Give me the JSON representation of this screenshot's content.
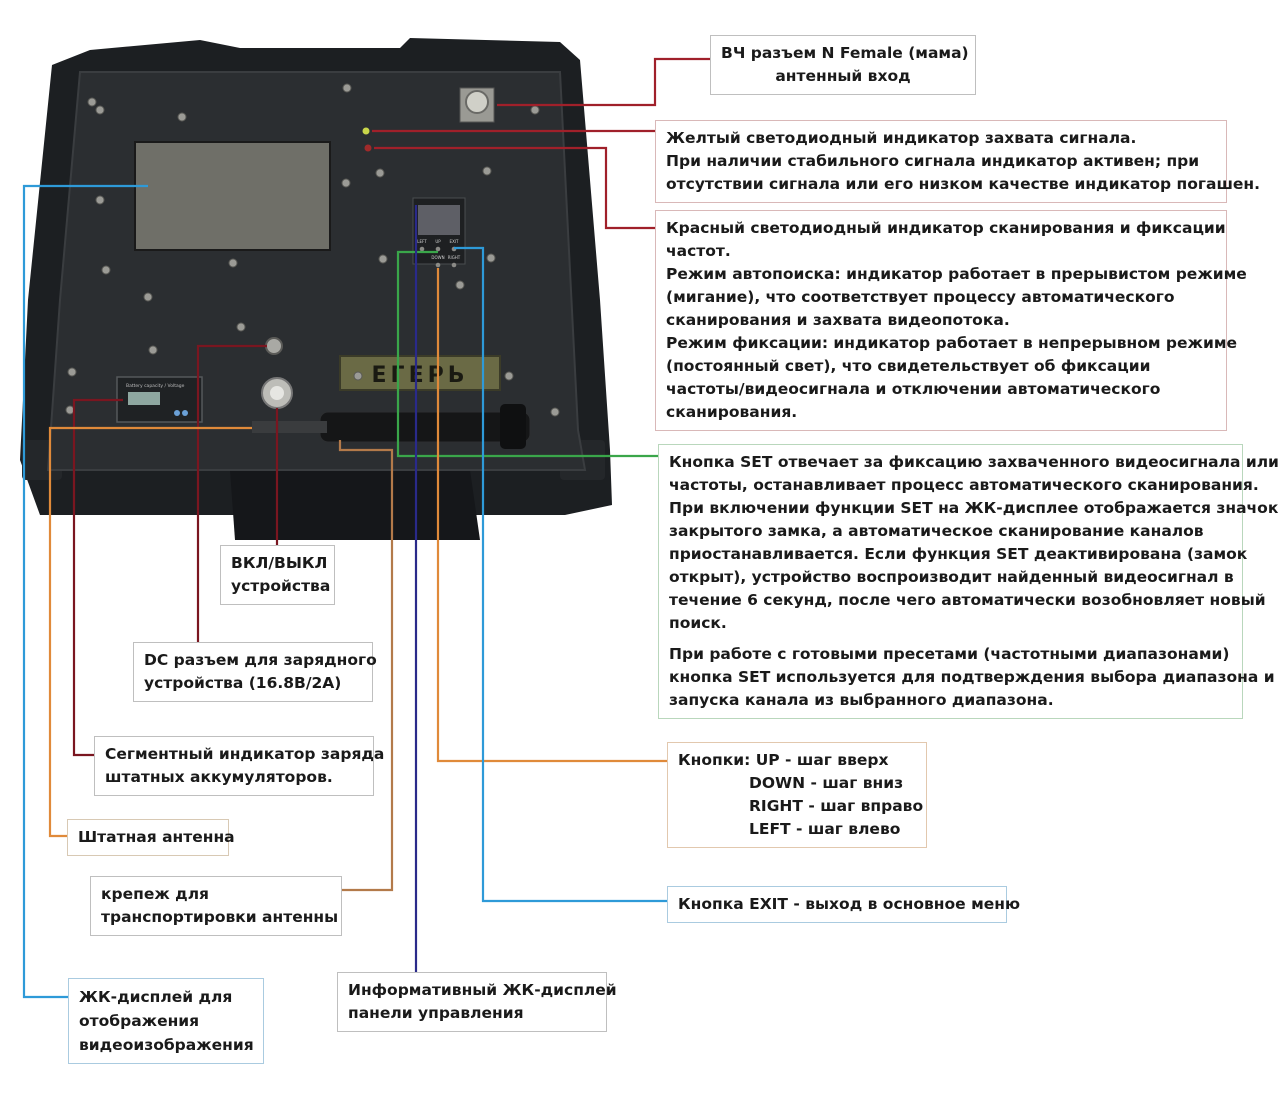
{
  "colors": {
    "line_red": "#a0202a",
    "line_green": "#3aa64a",
    "line_orange": "#e08a3a",
    "line_blue": "#2e9ad8",
    "line_darkred": "#7a1620",
    "line_navy": "#2a2a8a",
    "line_tan": "#b37a4a",
    "case_dark": "#1c1f22",
    "panel": "#2b2e31"
  },
  "device": {
    "badge_text": "ЕГЕРЬ",
    "control_buttons": [
      "LEFT",
      "UP",
      "DOWN",
      "EXIT",
      "RIGHT"
    ],
    "battery_meter_label": "Battery capacity / Voltage"
  },
  "callouts": {
    "rf_connector": [
      "ВЧ разъем  N Female (мама)",
      "антенный вход"
    ],
    "yellow_led": [
      "Желтый светодиодный индикатор захвата сигнала.",
      "При наличии стабильного сигнала индикатор активен; при",
      "отсутствии сигнала или его низком качестве индикатор погашен."
    ],
    "red_led": [
      "Красный светодиодный индикатор сканирования и фиксации",
      "частот.",
      "Режим автопоиска: индикатор работает в прерывистом режиме",
      "(мигание), что соответствует процессу автоматического",
      "сканирования и захвата видеопотока.",
      "Режим фиксации: индикатор работает в непрерывном режиме",
      "(постоянный свет), что свидетельствует об фиксации",
      "частоты/видеосигнала и отключении автоматического",
      "сканирования."
    ],
    "set_button": [
      "Кнопка SET отвечает за фиксацию захваченного видеосигнала или",
      "частоты, останавливает процесс автоматического сканирования.",
      "При включении функции SET на ЖК-дисплее отображается значок",
      "закрытого замка, а автоматическое сканирование каналов",
      "приостанавливается. Если функция SET деактивирована (замок",
      "открыт), устройство воспроизводит найденный видеосигнал в",
      "течение 6 секунд, после чего автоматически возобновляет новый",
      "поиск."
    ],
    "set_button_presets": [
      "При работе с готовыми пресетами (частотными диапазонами)",
      "кнопка  SET используется для подтверждения выбора диапазона и",
      "запуска канала из выбранного диапазона."
    ],
    "nav_buttons_first": "Кнопки: UP - шаг вверх",
    "nav_buttons_rest": [
      "DOWN - шаг вниз",
      "RIGHT - шаг вправо",
      "LEFT - шаг влево"
    ],
    "exit_button": "Кнопка EXIT - выход в основное меню",
    "power": [
      "ВКЛ/ВЫКЛ",
      "устройства"
    ],
    "dc_jack": [
      "DC разъем для зарядного",
      "устройства (16.8В/2А)"
    ],
    "battery_indicator": [
      "Сегментный индикатор заряда",
      "штатных аккумуляторов."
    ],
    "antenna": "Штатная антенна",
    "antenna_mount": [
      "крепеж  для",
      "транспортировки антенны"
    ],
    "control_lcd": [
      "Информативный ЖК-дисплей",
      "панели управления"
    ],
    "video_lcd": [
      "ЖК-дисплей для",
      "отображения",
      "видеоизображения"
    ]
  }
}
